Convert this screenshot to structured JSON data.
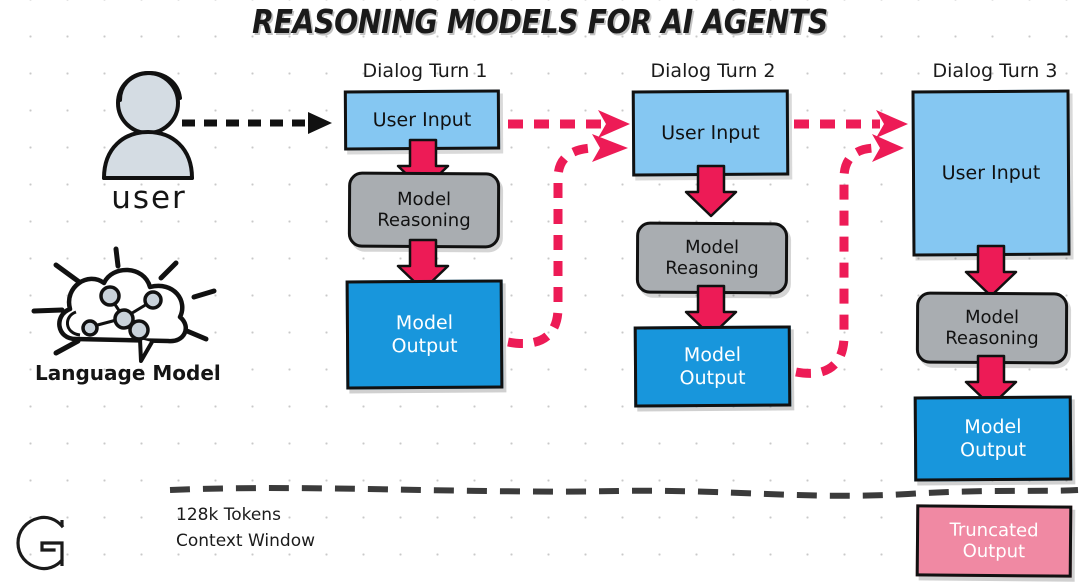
{
  "title": "REASONING MODELS FOR AI AGENTS",
  "colors": {
    "user_input": "#85C7F2",
    "model_reasoning": "#A9ADB1",
    "model_output": "#1896DC",
    "truncated_output": "#F089A3",
    "arrow_pink": "#ED1B56",
    "outline": "#111111",
    "grid_dot": "#c9c9c9"
  },
  "actors": {
    "user": {
      "label": "user",
      "icon": "user-avatar-icon"
    },
    "language_model": {
      "label_line1": "Language",
      "label_line2": "Model",
      "icon": "cloud-neural-network-icon"
    }
  },
  "turns": [
    {
      "header": "Dialog Turn 1",
      "nodes": [
        {
          "id": "user-input",
          "line1": "User Input",
          "line2": ""
        },
        {
          "id": "model-reasoning",
          "line1": "Model",
          "line2": "Reasoning"
        },
        {
          "id": "model-output",
          "line1": "Model",
          "line2": "Output"
        }
      ]
    },
    {
      "header": "Dialog Turn 2",
      "nodes": [
        {
          "id": "user-input",
          "line1": "User Input",
          "line2": ""
        },
        {
          "id": "model-reasoning",
          "line1": "Model",
          "line2": "Reasoning"
        },
        {
          "id": "model-output",
          "line1": "Model",
          "line2": "Output"
        }
      ]
    },
    {
      "header": "Dialog Turn 3",
      "nodes": [
        {
          "id": "user-input",
          "line1": "User Input",
          "line2": ""
        },
        {
          "id": "model-reasoning",
          "line1": "Model",
          "line2": "Reasoning"
        },
        {
          "id": "model-output",
          "line1": "Model",
          "line2": "Output"
        },
        {
          "id": "truncated-output",
          "line1": "Truncated",
          "line2": "Output"
        }
      ]
    }
  ],
  "context_window": {
    "line1": "128k Tokens",
    "line2": "Context Window"
  },
  "logo": {
    "name": "g-logo"
  }
}
